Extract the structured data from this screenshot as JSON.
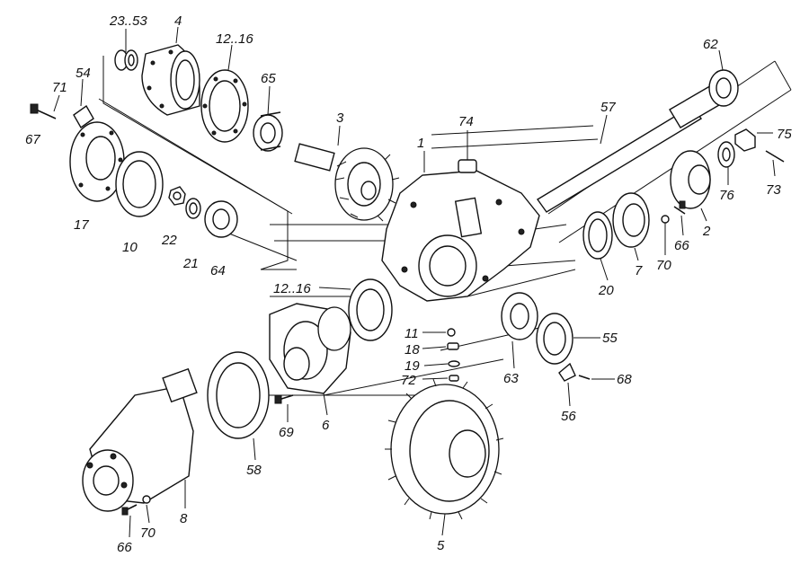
{
  "diagram": {
    "labels": [
      {
        "id": "l-23-53",
        "text": "23..53"
      },
      {
        "id": "l-4",
        "text": "4"
      },
      {
        "id": "l-12-16-top",
        "text": "12..16"
      },
      {
        "id": "l-65",
        "text": "65"
      },
      {
        "id": "l-71",
        "text": "71"
      },
      {
        "id": "l-54",
        "text": "54"
      },
      {
        "id": "l-67",
        "text": "67"
      },
      {
        "id": "l-17",
        "text": "17"
      },
      {
        "id": "l-10",
        "text": "10"
      },
      {
        "id": "l-22",
        "text": "22"
      },
      {
        "id": "l-21",
        "text": "21"
      },
      {
        "id": "l-64",
        "text": "64"
      },
      {
        "id": "l-3",
        "text": "3"
      },
      {
        "id": "l-1",
        "text": "1"
      },
      {
        "id": "l-74",
        "text": "74"
      },
      {
        "id": "l-57",
        "text": "57"
      },
      {
        "id": "l-62",
        "text": "62"
      },
      {
        "id": "l-75",
        "text": "75"
      },
      {
        "id": "l-73",
        "text": "73"
      },
      {
        "id": "l-76",
        "text": "76"
      },
      {
        "id": "l-2",
        "text": "2"
      },
      {
        "id": "l-66-right",
        "text": "66"
      },
      {
        "id": "l-70-right",
        "text": "70"
      },
      {
        "id": "l-7",
        "text": "7"
      },
      {
        "id": "l-20",
        "text": "20"
      },
      {
        "id": "l-12-16-mid",
        "text": "12..16"
      },
      {
        "id": "l-11",
        "text": "11"
      },
      {
        "id": "l-18",
        "text": "18"
      },
      {
        "id": "l-19",
        "text": "19"
      },
      {
        "id": "l-72",
        "text": "72"
      },
      {
        "id": "l-63",
        "text": "63"
      },
      {
        "id": "l-55",
        "text": "55"
      },
      {
        "id": "l-68",
        "text": "68"
      },
      {
        "id": "l-56",
        "text": "56"
      },
      {
        "id": "l-69",
        "text": "69"
      },
      {
        "id": "l-6",
        "text": "6"
      },
      {
        "id": "l-58",
        "text": "58"
      },
      {
        "id": "l-8",
        "text": "8"
      },
      {
        "id": "l-70-bottom",
        "text": "70"
      },
      {
        "id": "l-66-bottom",
        "text": "66"
      },
      {
        "id": "l-5",
        "text": "5"
      }
    ]
  }
}
